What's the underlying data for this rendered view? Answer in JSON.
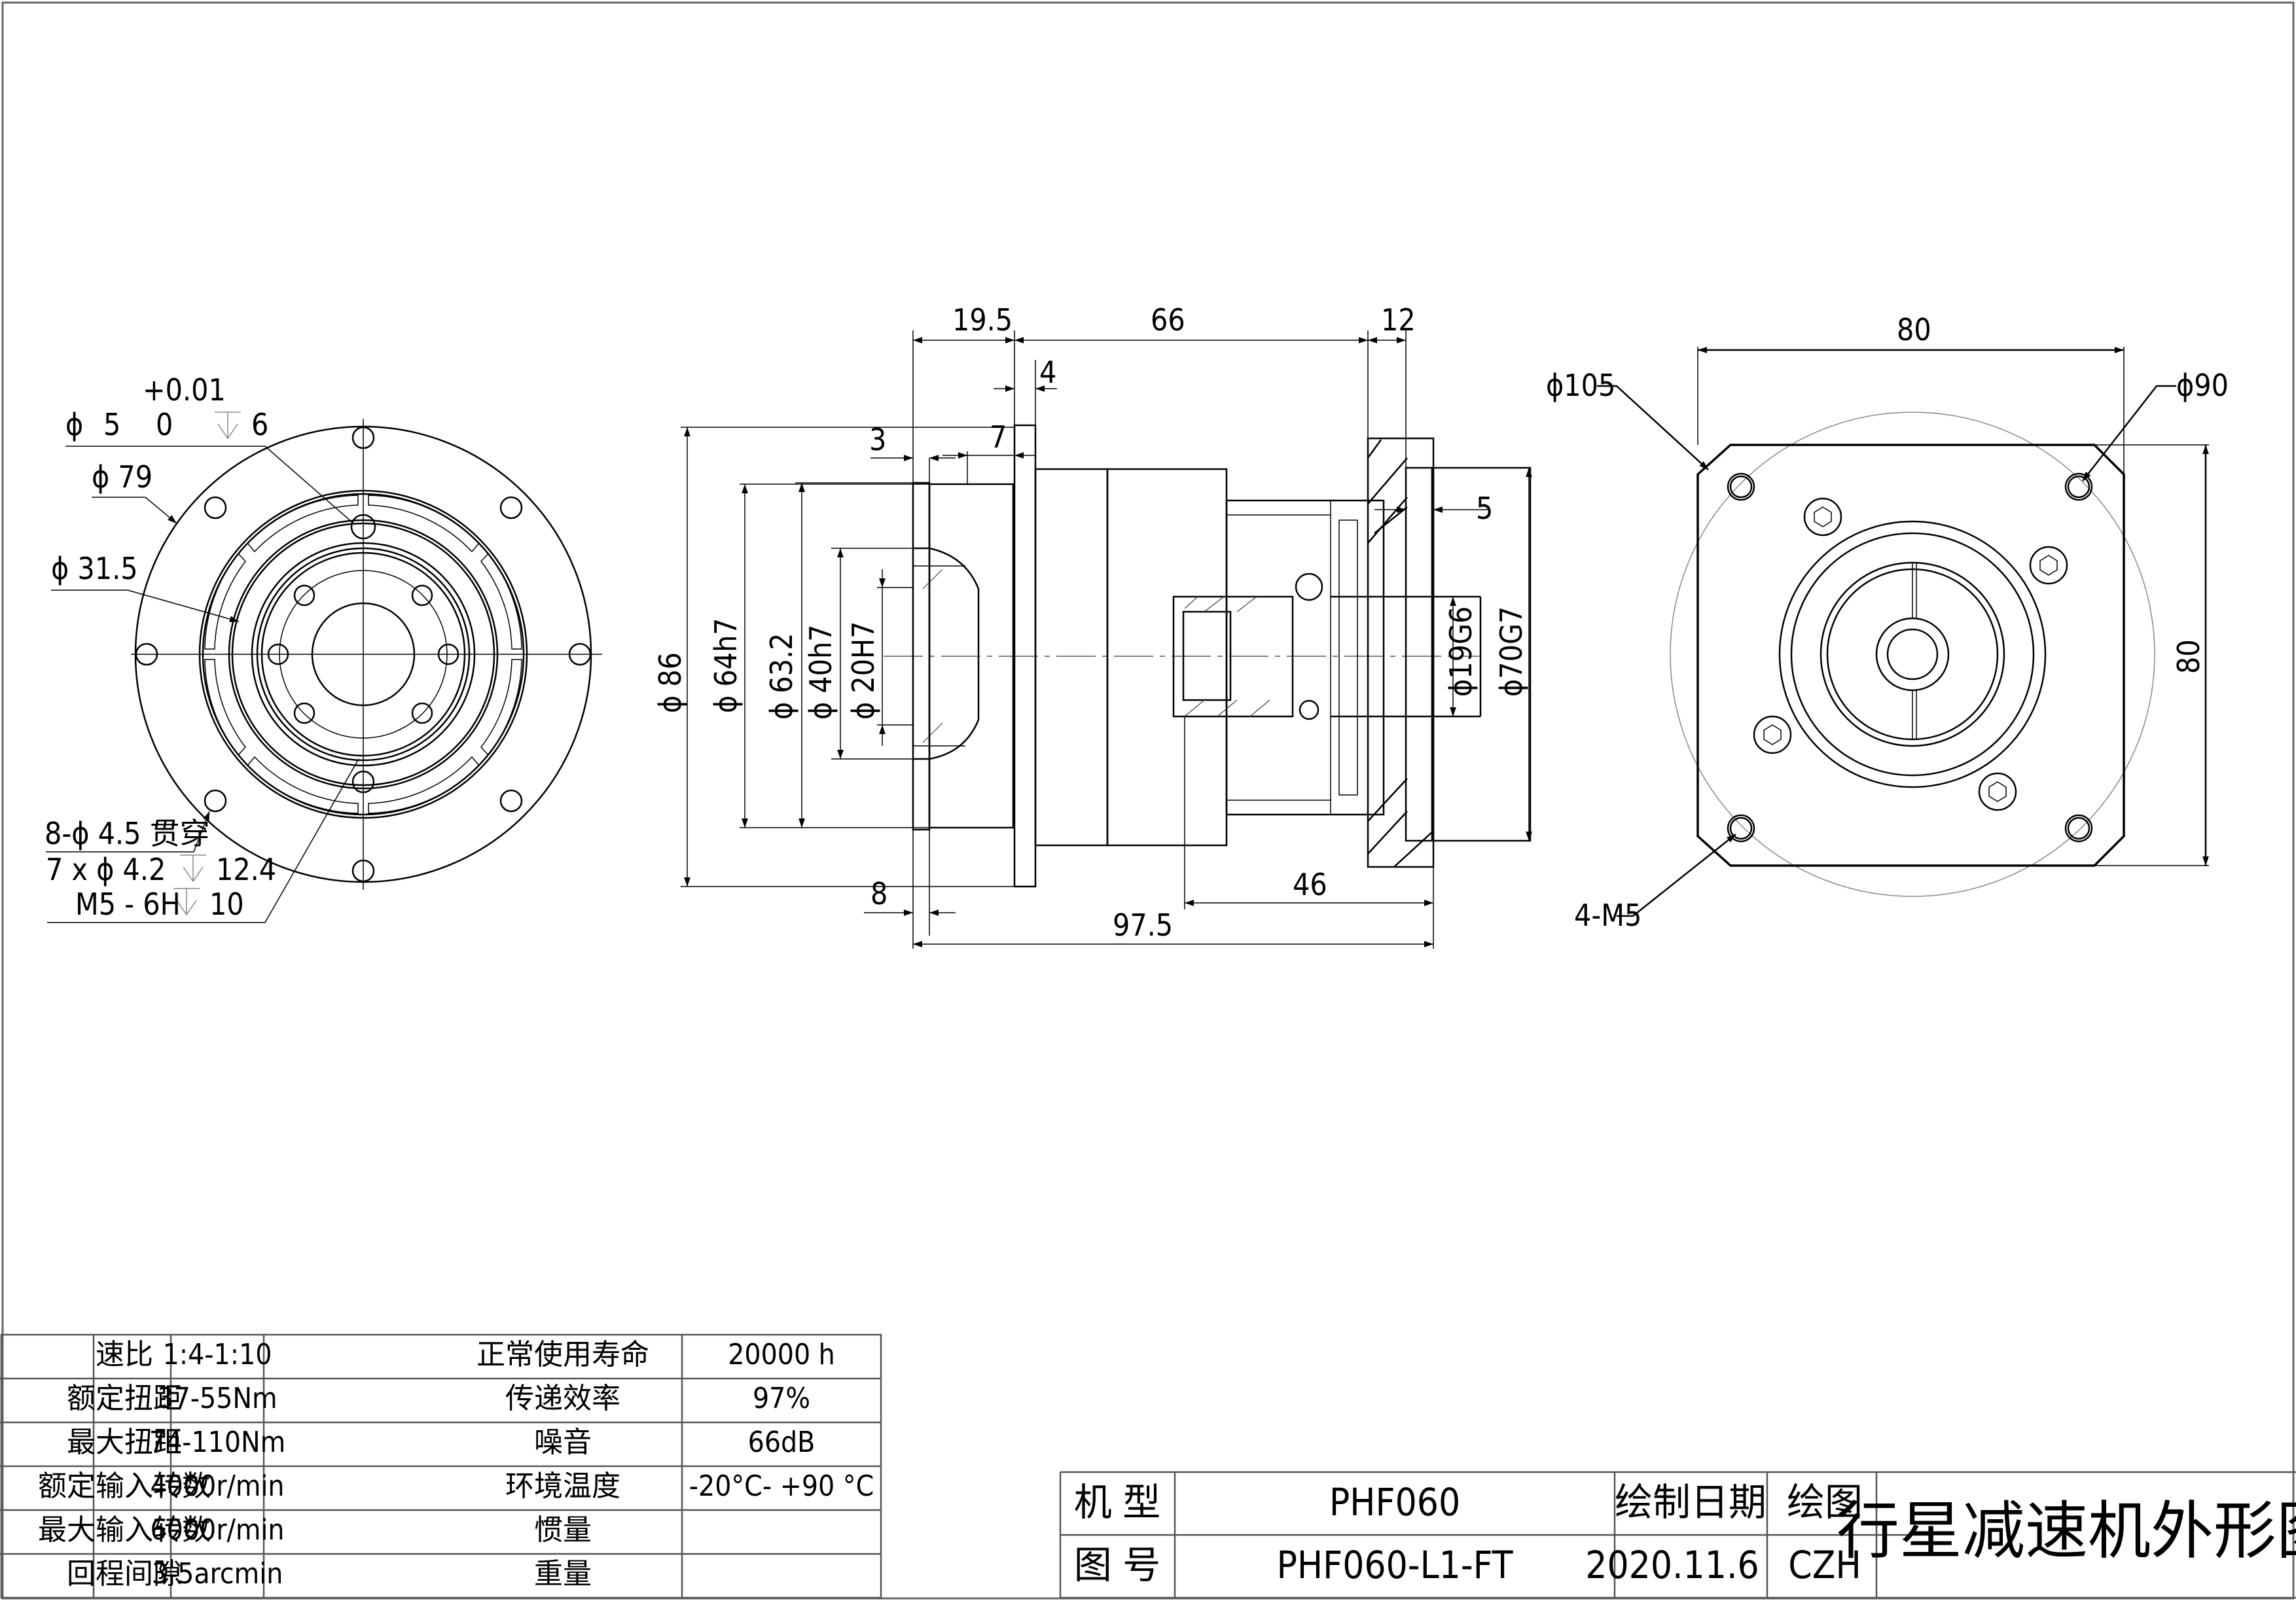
{
  "drawing": {
    "title": "行星减速机外形图",
    "model_label": "机 型",
    "model_value": "PHF060",
    "drawing_no_label": "图 号",
    "drawing_no_value": "PHF060-L1-FT",
    "date_label": "绘制日期",
    "date_value": "2020.11.6",
    "drafter_label": "绘图",
    "drafter_value": "CZH"
  },
  "specs": {
    "rows": [
      {
        "label": "速比",
        "value": "1:4-1:10",
        "label2": "正常使用寿命",
        "value2": "20000 h"
      },
      {
        "label": "额定扭距",
        "value": "37-55Nm",
        "label2": "传递效率",
        "value2": "97%"
      },
      {
        "label": "最大扭距",
        "value": "74-110Nm",
        "label2": "噪音",
        "value2": "66dB"
      },
      {
        "label": "额定输入转数",
        "value": "4000r/min",
        "label2": "环境温度",
        "value2": "-20°C- +90 °C"
      },
      {
        "label": "最大输入转数",
        "value": "6000r/min",
        "label2": "惯量",
        "value2": ""
      },
      {
        "label": "回程间隙",
        "value": "3-5arcmin",
        "label2": "重量",
        "value2": ""
      }
    ]
  },
  "front_view": {
    "callout_tol": "+0.01",
    "callout_bore_phi": "ϕ",
    "callout_bore_d": "5",
    "callout_bore_lower": "0",
    "callout_bore_depth": "6",
    "callout_pcd": "ϕ 79",
    "callout_inner": "ϕ 31.5",
    "callout_holes1": "8-ϕ 4.5 贯穿",
    "callout_holes2_a": "7 x ϕ  4.2",
    "callout_holes2_b": "12.4",
    "callout_holes3_a": "M5 - 6H",
    "callout_holes3_b": "10"
  },
  "side_view": {
    "dim_19_5": "19.5",
    "dim_66": "66",
    "dim_12": "12",
    "dim_4": "4",
    "dim_3": "3",
    "dim_7": "7",
    "dim_5": "5",
    "dim_8": "8",
    "dim_46": "46",
    "dim_97_5": "97.5",
    "dia_86": "ϕ 86",
    "dia_64h7": "ϕ 64h7",
    "dia_63_2": "ϕ 63.2",
    "dia_40h7": "ϕ 40h7",
    "dia_20H7": "ϕ 20H7",
    "dia_19G6": "ϕ19G6",
    "dia_70G7": "ϕ70G7"
  },
  "rear_view": {
    "dim_width": "80",
    "dim_height": "80",
    "dia_105": "ϕ105",
    "dia_90": "ϕ90",
    "threads": "4-M5"
  }
}
